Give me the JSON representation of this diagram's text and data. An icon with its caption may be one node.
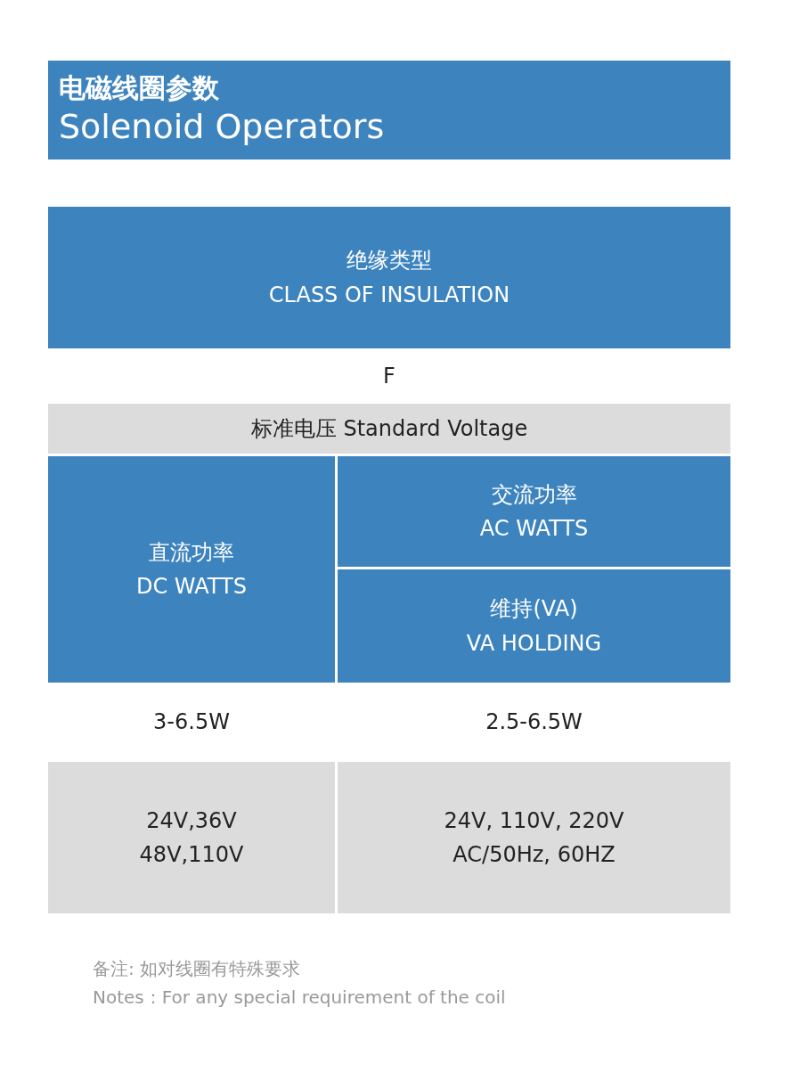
{
  "diagram": {
    "labels": [
      "电磁线圈参数",
      "Solenoid Operators",
      "绝缘类型",
      "CLASS OF INSULATION",
      "F",
      "标准电压 Standard Voltage",
      "直流功率",
      "DC WATTS",
      "交流功率",
      "AC WATTS",
      "维持(VA)",
      "VA HOLDING",
      "3-6.5W",
      "2.5-6.5W",
      "24V,36V",
      "48V,110V",
      "24V, 110V, 220V",
      "AC/50Hz, 60HZ",
      "备注: 如对线圈有特殊要求",
      "Notes：For any special requirement of the coil"
    ]
  }
}
